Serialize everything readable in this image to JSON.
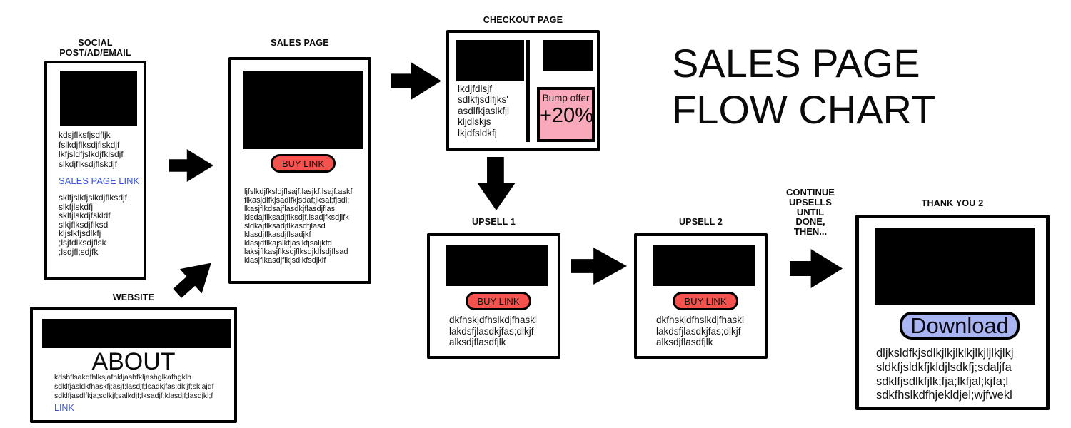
{
  "title": "SALES PAGE\nFLOW CHART",
  "colors": {
    "buy_button_red": "#f5524d",
    "bump_offer_pink": "#f9a9b9",
    "download_blue": "#a9b4f2",
    "link_blue": "#3a55e0",
    "shape_black": "#000000"
  },
  "social": {
    "label": "SOCIAL POST/AD/EMAIL",
    "text_top": "kdsjflksfjsdfljk\nfslkdjflksdjflskdjf\nlkfjsldfjslkdjfklsdjf\nslkdjflksdjflskdjf",
    "link": "SALES PAGE LINK",
    "text_bottom": "sklfjslkfjslkdjflksdjf\nslkfjlskdfj\nsklfjlskdjfskldf\nslkjflksdjflksd\nkljslkfjsdlkfj\n;lsjfdlksdjflsk\n;lsdjfl;sdjfk"
  },
  "sales": {
    "label": "SALES PAGE",
    "buy_button": "BUY LINK",
    "body": "ljfslkdjfksldjflsajf;lasjkf;lsajf.askf\nflkasjdlfkjsadlfkjsdaf;jksal;fjsdl;\nlkasjflkdsajflasdkjflasdjflas\nklsdajflksadjflksdjf.lsadjfksdjlfk\nsldkajflksadjflkasdfjlasd\nklasdjflkasdjflsadjkf\nklasjdflkajslkfjaslkfjsaljkfd\nlaksjflkasjflksdjflksdjklfsdjflsad\nklasjflkasdjflkjsdlkfsdjklf"
  },
  "checkout": {
    "label": "CHECKOUT PAGE",
    "left_text": "lkdjfdlsjf\nsdlkfjsdlfjks'\nasdlfkjaslkfjl\nkljdlskjs\nlkjdfsldkfj",
    "bump": {
      "label": "Bump offer",
      "value": "+20%"
    }
  },
  "upsell1": {
    "label": "UPSELL 1",
    "buy_button": "BUY LINK",
    "body": "dkfhskjdfhslkdjfhaskl\nlakdsfjlasdkjfas;dlkjf\nalksdjflasdfjlk"
  },
  "upsell2": {
    "label": "UPSELL 2",
    "buy_button": "BUY LINK",
    "body": "dkfhskjdfhslkdjfhaskl\nlakdsfjlasdkjfas;dlkjf\nalksdjflasdfjlk"
  },
  "continue_note": "CONTINUE\nUPSELLS\nUNTIL\nDONE,\nTHEN...",
  "thank_you": {
    "label": "THANK YOU 2",
    "download_button": "Download",
    "body": "dljksldfkjsdlkjlkjlklkjlkjljlkjlkj\nsldkfjsldkfjkldjlsdkfj;sdaljfa\nsdklfjsdlkfjlk;fja;lkfjal;kjfa;l\nsdkfhslkdfhjekldjel;wjfwekl"
  },
  "website": {
    "label": "WEBSITE",
    "about": "ABOUT",
    "body": "kdshflsakdfhlksjafhkljashfkljashglkafhgklh\nsdklfjasldkfhaskfj;asjf;lasdjf;lsadkjfas;dkljf;sklajdf\nsdklfjasdlfkja;sdlkjf;salkdjf;lksadjf;klasdjf;lasdjkl;f",
    "link": "LINK"
  },
  "arrows": [
    {
      "name": "social-to-sales",
      "direction": "right"
    },
    {
      "name": "website-to-sales",
      "direction": "up-right"
    },
    {
      "name": "sales-to-checkout",
      "direction": "right"
    },
    {
      "name": "checkout-to-upsell1",
      "direction": "down"
    },
    {
      "name": "upsell1-to-upsell2",
      "direction": "right"
    },
    {
      "name": "continue-to-thankyou",
      "direction": "right"
    }
  ]
}
